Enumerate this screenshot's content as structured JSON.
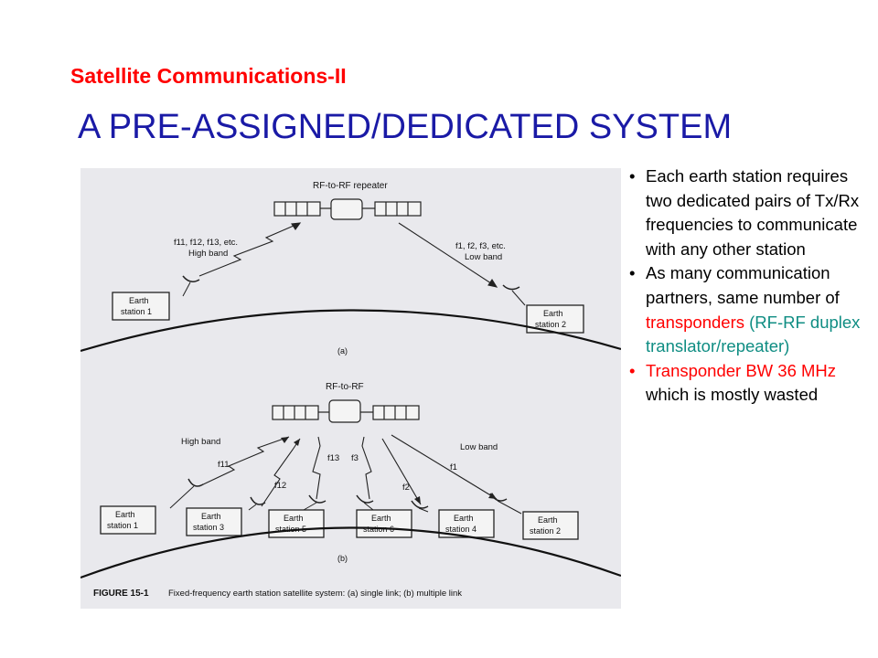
{
  "header": {
    "subtitle": "Satellite Communications-II",
    "title": "A PRE-ASSIGNED/DEDICATED SYSTEM"
  },
  "figure": {
    "top": {
      "satellite_label": "RF-to-RF repeater",
      "left_freq_line1": "f11, f12, f13, etc.",
      "left_freq_line2": "High band",
      "right_freq_line1": "f1, f2, f3, etc.",
      "right_freq_line2": "Low band",
      "station1": [
        "Earth",
        "station 1"
      ],
      "station2": [
        "Earth",
        "station 2"
      ],
      "part_label": "(a)"
    },
    "bottom": {
      "satellite_label": "RF-to-RF",
      "high_band": "High band",
      "low_band": "Low band",
      "f11": "f11",
      "f12": "f12",
      "f13": "f13",
      "f3": "f3",
      "f2": "f2",
      "f1": "f1",
      "stations": [
        [
          "Earth",
          "station 1"
        ],
        [
          "Earth",
          "station 3"
        ],
        [
          "Earth",
          "station 5"
        ],
        [
          "Earth",
          "station 6"
        ],
        [
          "Earth",
          "station 4"
        ],
        [
          "Earth",
          "station 2"
        ]
      ],
      "part_label": "(b)"
    },
    "caption_label": "FIGURE 15-1",
    "caption_text": "Fixed-frequency earth station satellite system: (a) single link; (b) multiple link"
  },
  "bullets": [
    {
      "segments": [
        {
          "text": "Each earth station requires two dedicated pairs of Tx/Rx frequencies to communicate with any other station",
          "color": "#000000"
        }
      ]
    },
    {
      "segments": [
        {
          "text": "As many communication partners, same number of ",
          "color": "#000000"
        },
        {
          "text": "transponders",
          "color": "#ff0000"
        },
        {
          "text": " (RF-RF duplex translator/repeater)",
          "color": "#0f8d83"
        }
      ]
    },
    {
      "segments": [
        {
          "text": "Transponder BW 36 MHz",
          "color": "#ff0000"
        },
        {
          "text": " which is mostly wasted",
          "color": "#000000"
        }
      ]
    }
  ],
  "colors": {
    "title": "#1a1aa6",
    "subtitle": "#ff0000",
    "figure_bg": "#e9e9ed"
  }
}
